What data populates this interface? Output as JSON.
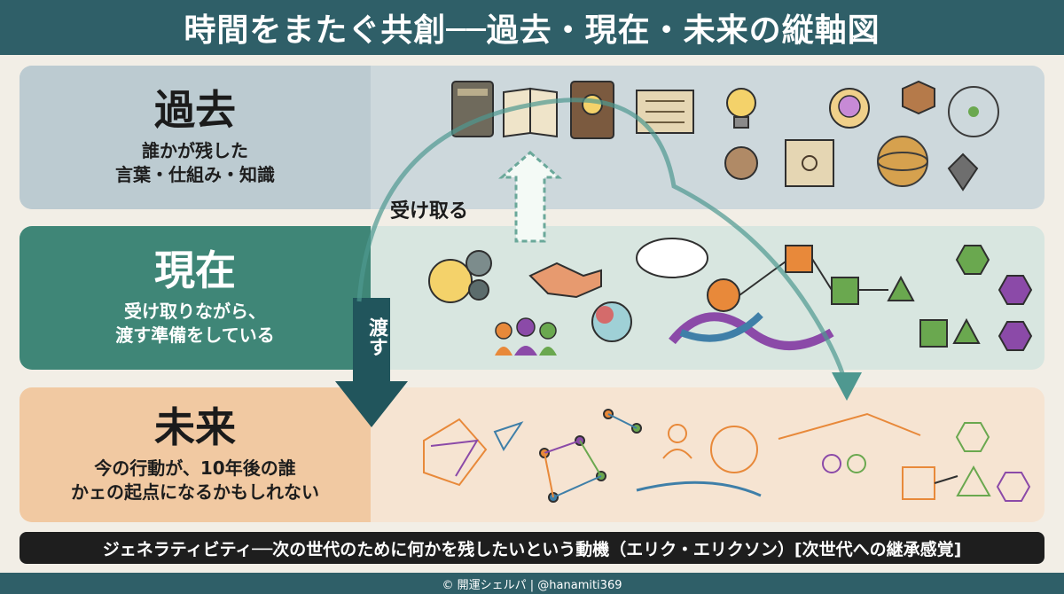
{
  "header": {
    "title": "時間をまたぐ共創──過去・現在・未来の縦軸図"
  },
  "bands": {
    "past": {
      "title": "過去",
      "line1": "誰かが残した",
      "line2": "言葉・仕組み・知識"
    },
    "present": {
      "title": "現在",
      "line1": "受け取りながら、",
      "line2": "渡す準備をしている"
    },
    "future": {
      "title": "未来",
      "line1": "今の行動が、10年後の誰",
      "line2": "かェの起点になるかもしれない"
    }
  },
  "arrows": {
    "receive": "受け取る",
    "pass": "渡す"
  },
  "banner": {
    "text": "ジェネラティビティ──次の世代のために何かを残したいという動機（エリク・エリクソン）[次世代への継承感覚]"
  },
  "footer": {
    "credit": "© 開運シェルパ | @hanamiti369"
  },
  "colors": {
    "teal_dark": "#2f5f68",
    "present_teal": "#3f8677",
    "past_gray": "#bccbd1",
    "future_peach": "#f1c9a2",
    "orange": "#e8893a",
    "purple": "#8b4aa8",
    "green": "#6aa84f"
  },
  "icons": [
    "book-icon",
    "open-book-icon",
    "lightbulb-book-icon",
    "scroll-icon",
    "lightbulb-icon",
    "brain-bulb-icon",
    "cube-icon",
    "atom-icon",
    "head-brain-icon",
    "gear-bulb-icon",
    "handshake-icon",
    "cloud-icon",
    "people-icon",
    "flowchart-icon",
    "network-icon",
    "hexagon-icon",
    "triangle-icon"
  ]
}
